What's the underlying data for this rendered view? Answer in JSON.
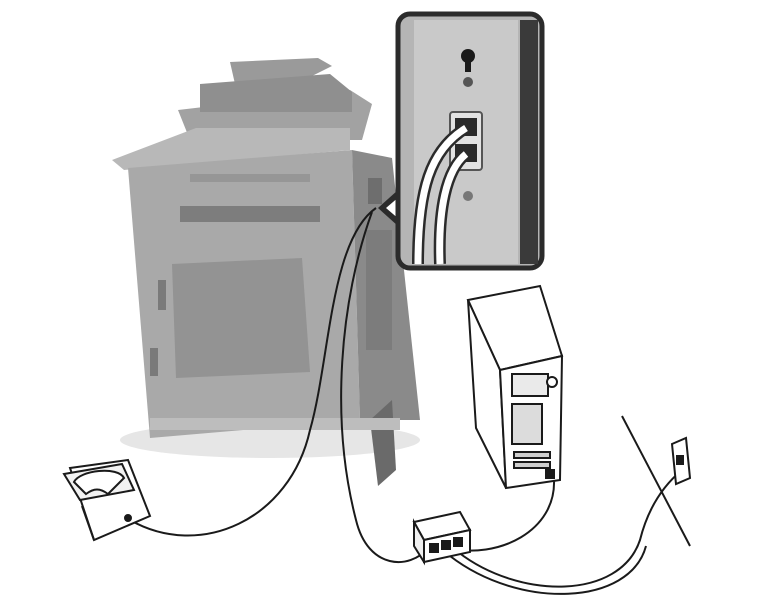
{
  "diagram": {
    "components": [
      {
        "id": "printer",
        "label": ""
      },
      {
        "id": "port-detail-inset",
        "label": ""
      },
      {
        "id": "telephone",
        "label": ""
      },
      {
        "id": "computer-tower",
        "label": ""
      },
      {
        "id": "splitter",
        "label": ""
      },
      {
        "id": "wall-jack",
        "label": ""
      }
    ],
    "connections": [
      {
        "from": "printer",
        "to": "telephone"
      },
      {
        "from": "printer",
        "to": "splitter"
      },
      {
        "from": "splitter",
        "to": "computer-tower"
      },
      {
        "from": "splitter",
        "to": "wall-jack"
      }
    ]
  },
  "colors": {
    "printer_body": "#a9a9a9",
    "printer_dark": "#8a8a8a",
    "printer_light": "#c4c4c4",
    "inset_frame": "#2b2b2b",
    "inset_bg": "#b5b5b5",
    "line_art": "#1a1a1a",
    "cable": "#1a1a1a"
  }
}
